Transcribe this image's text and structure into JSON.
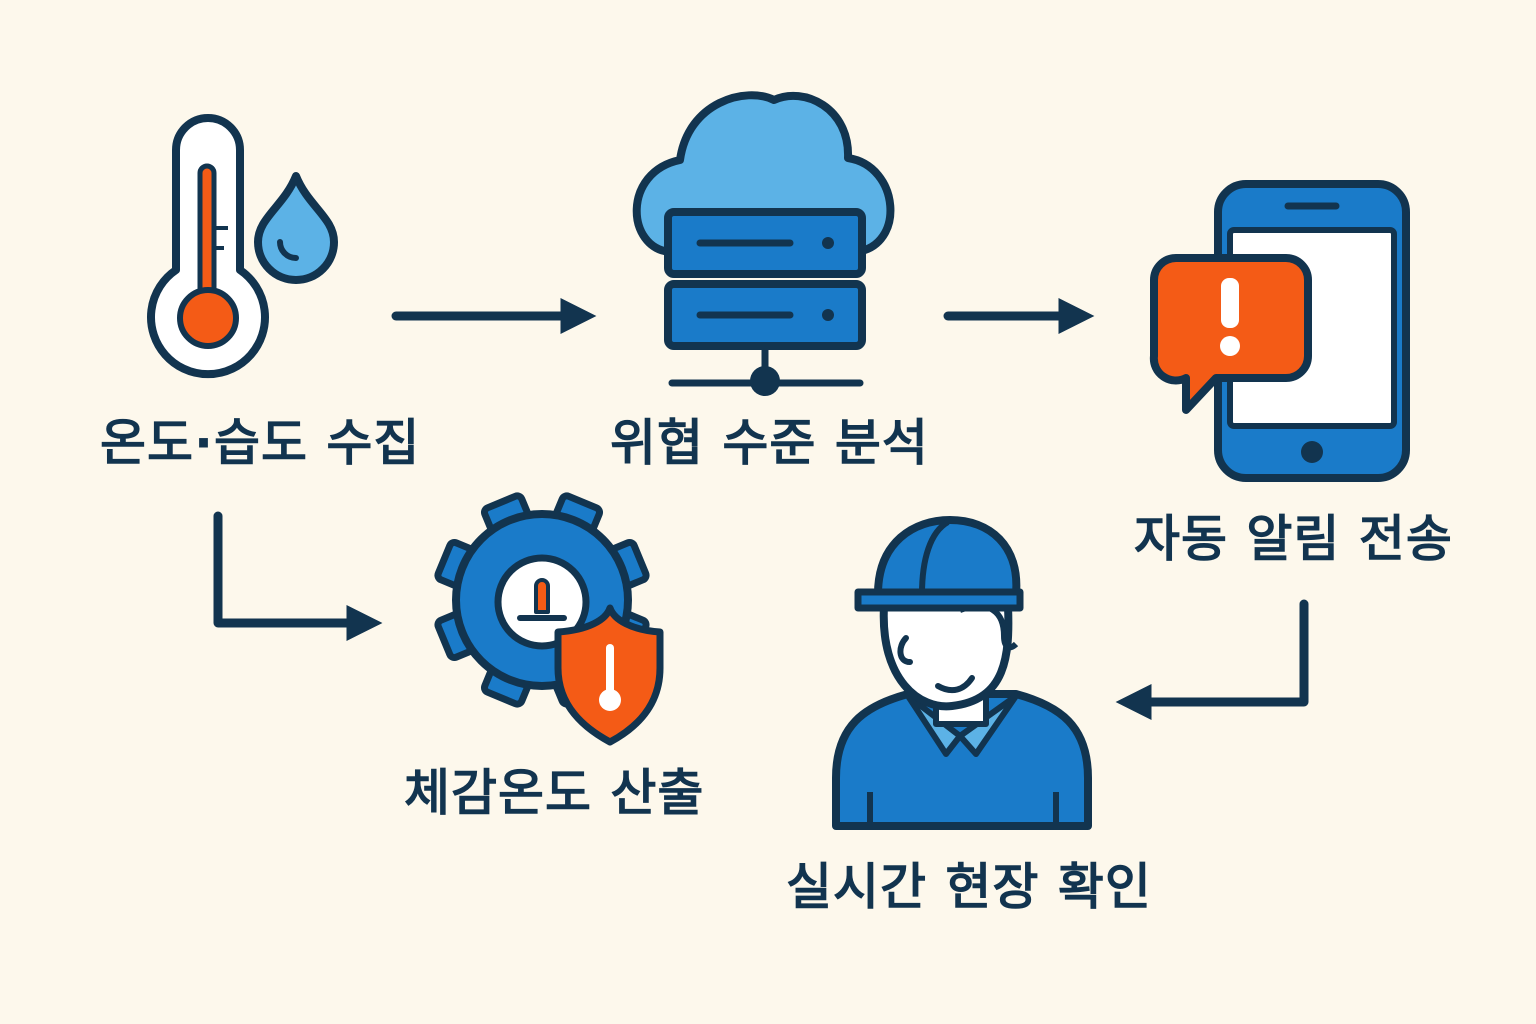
{
  "steps": {
    "collect": "온도·습도 수집",
    "analyze": "위협 수준 분석",
    "alert": "자동 알림 전송",
    "compute": "체감온도 산출",
    "verify": "실시간 현장 확인"
  },
  "icons": {
    "collect": [
      "thermometer-icon",
      "water-drop-icon"
    ],
    "analyze": [
      "cloud-server-icon"
    ],
    "alert": [
      "smartphone-alert-icon"
    ],
    "compute": [
      "gear-shield-icon"
    ],
    "verify": [
      "worker-icon"
    ]
  },
  "colors": {
    "background": "#fdf8ec",
    "outline": "#12344f",
    "primary_blue": "#1a7bc9",
    "light_blue": "#5cb2e6",
    "accent_orange": "#f45b16",
    "white": "#ffffff"
  }
}
